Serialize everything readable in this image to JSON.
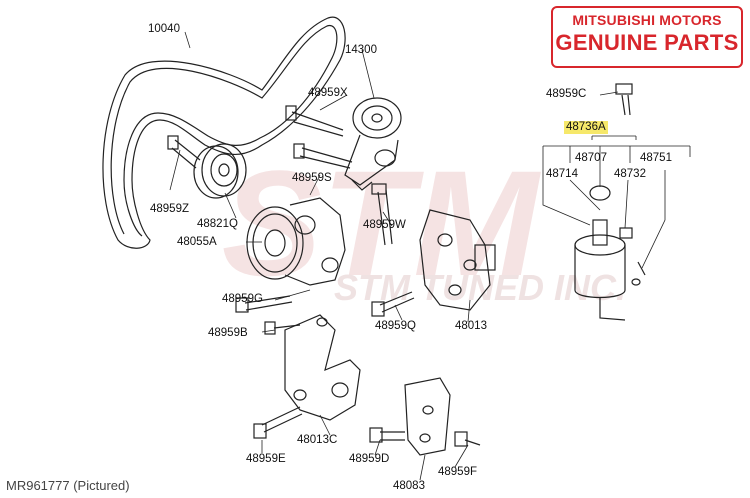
{
  "logo": {
    "line1": "MITSUBISHI MOTORS",
    "line2": "GENUINE PARTS"
  },
  "caption": "MR961777  (Pictured)",
  "watermark": {
    "line1": "STM",
    "line2": "STM TUNED INC."
  },
  "parts": {
    "belt": "10040",
    "tensioner": "14300",
    "bolt_x": "48959X",
    "bolt_s": "48959S",
    "bolt_z": "48959Z",
    "pulley": "48821Q",
    "pump": "48055A",
    "bolt_w": "48959W",
    "bolt_g": "48959G",
    "bolt_b": "48959B",
    "bolt_q": "48959Q",
    "bracket_13": "48013",
    "bracket_13c": "48013C",
    "bolt_e": "48959E",
    "bolt_d": "48959D",
    "bracket_83": "48083",
    "bolt_f": "48959F",
    "bolt_c": "48959C",
    "reservoir_asm": "48736A",
    "res_707": "48707",
    "res_751": "48751",
    "res_714": "48714",
    "res_732": "48732"
  },
  "colors": {
    "logo_red": "#d8262c",
    "highlight": "#f6e86a",
    "watermark": "#f3dede"
  }
}
